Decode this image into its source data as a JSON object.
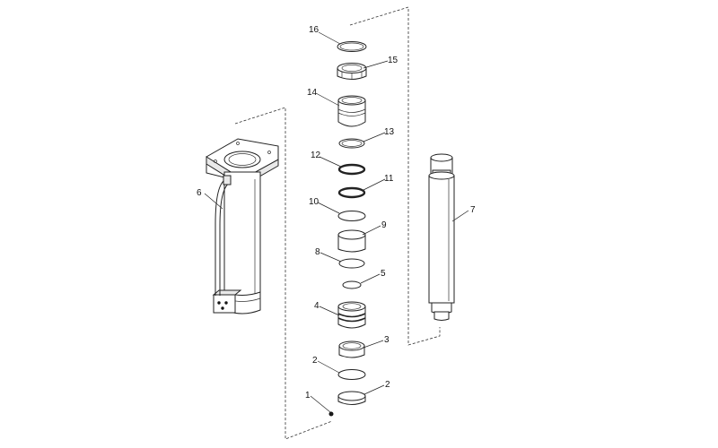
{
  "callouts": [
    {
      "id": "c16",
      "label": "16"
    },
    {
      "id": "c15",
      "label": "15"
    },
    {
      "id": "c14",
      "label": "14"
    },
    {
      "id": "c13",
      "label": "13"
    },
    {
      "id": "c12",
      "label": "12"
    },
    {
      "id": "c11",
      "label": "11"
    },
    {
      "id": "c10",
      "label": "10"
    },
    {
      "id": "c9",
      "label": "9"
    },
    {
      "id": "c8",
      "label": "8"
    },
    {
      "id": "c5",
      "label": "5"
    },
    {
      "id": "c4",
      "label": "4"
    },
    {
      "id": "c3",
      "label": "3"
    },
    {
      "id": "c2a",
      "label": "2"
    },
    {
      "id": "c2b",
      "label": "2"
    },
    {
      "id": "c1",
      "label": "1"
    },
    {
      "id": "c6",
      "label": "6"
    },
    {
      "id": "c7",
      "label": "7"
    }
  ]
}
